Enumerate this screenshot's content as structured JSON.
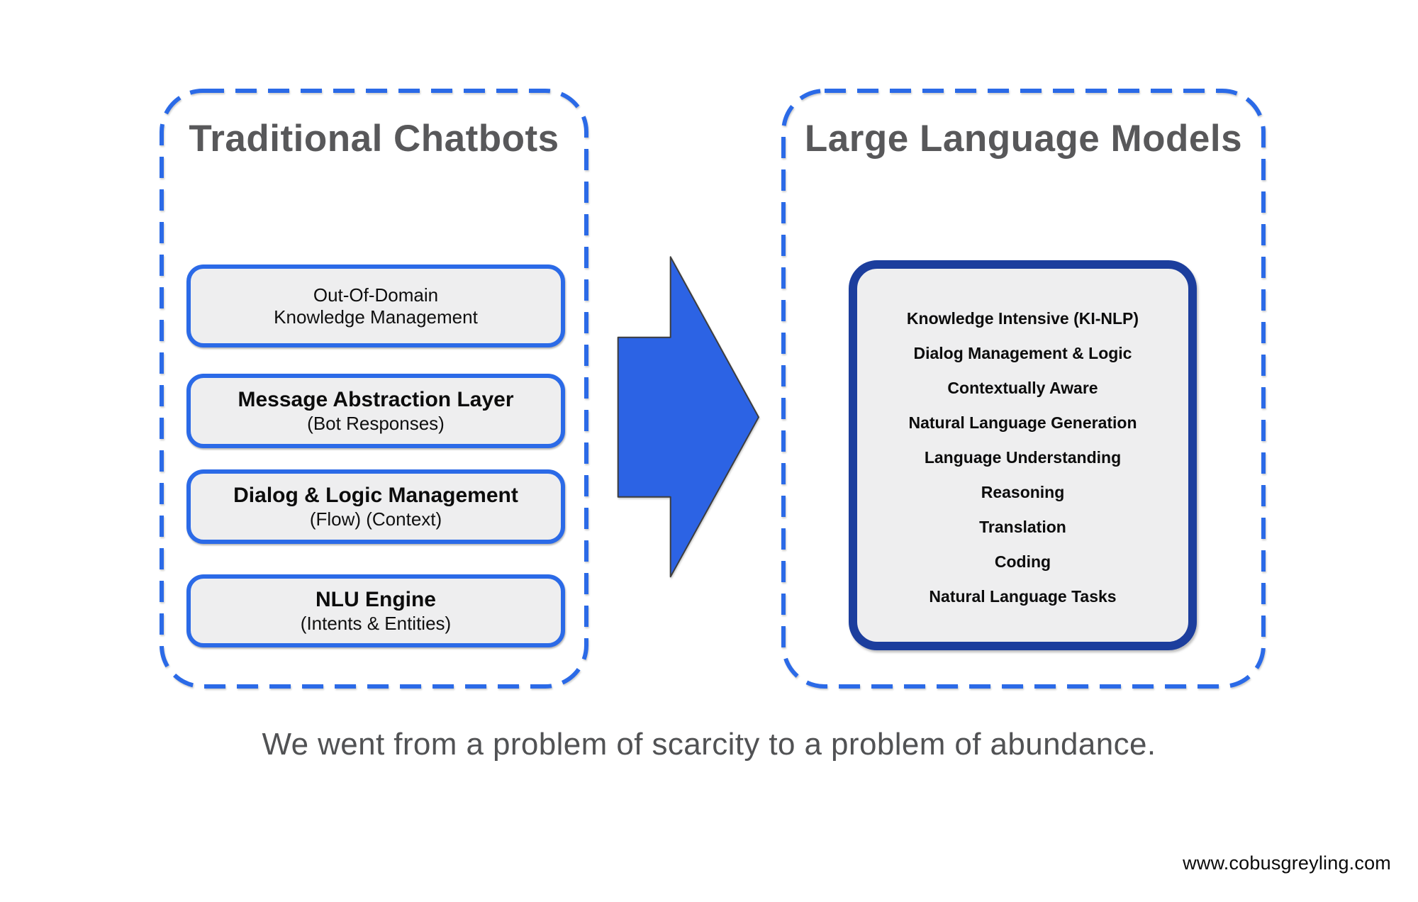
{
  "left_panel": {
    "title": "Traditional Chatbots",
    "boxes": [
      {
        "line1": "Out-Of-Domain",
        "line2": "Knowledge Management"
      },
      {
        "line1": "Message Abstraction Layer",
        "line2": "(Bot Responses)"
      },
      {
        "line1": "Dialog & Logic Management",
        "line2": "(Flow) (Context)"
      },
      {
        "line1": "NLU Engine",
        "line2": "(Intents & Entities)"
      }
    ]
  },
  "right_panel": {
    "title": "Large Language Models",
    "capabilities": [
      "Knowledge Intensive (KI-NLP)",
      "Dialog Management & Logic",
      "Contextually Aware",
      "Natural Language Generation",
      "Language Understanding",
      "Reasoning",
      "Translation",
      "Coding",
      "Natural Language Tasks"
    ]
  },
  "arrow": {
    "icon": "right-block-arrow"
  },
  "caption": "We went from a problem of scarcity to a problem of abundance.",
  "watermark": "www.cobusgreyling.com",
  "colors": {
    "panel_dash_blue": "#2b6ae7",
    "box_border_blue": "#2b6ae7",
    "llm_box_border_navy": "#1c3e9d",
    "box_fill_gray": "#eeeeef",
    "arrow_blue": "#2c63e4",
    "title_gray": "#58585a",
    "caption_gray": "#515254",
    "text_black": "#0c0c0c",
    "background": "#ffffff"
  }
}
